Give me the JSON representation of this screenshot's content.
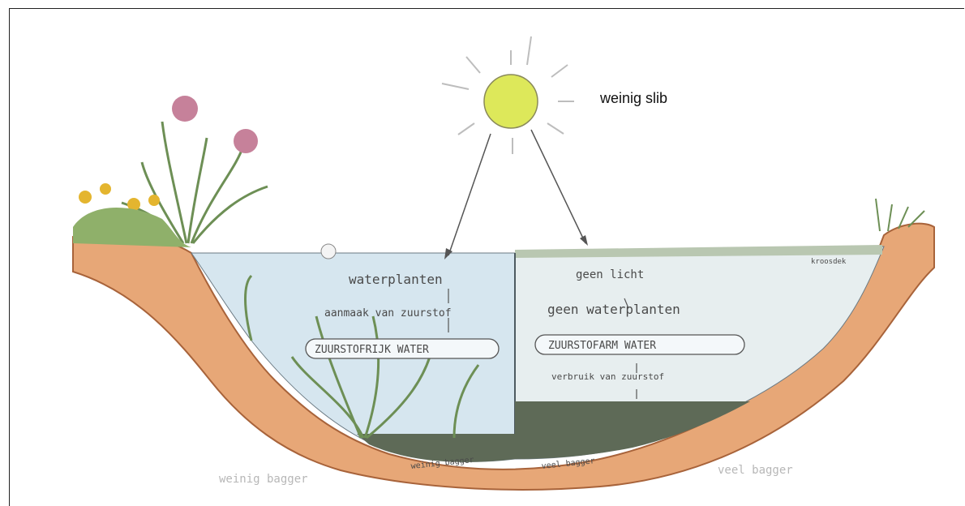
{
  "title_label": "weinig slib",
  "left_side": {
    "line1": "waterplanten",
    "line2": "aanmaak van zuurstof",
    "box": "ZUURSTOFRIJK WATER",
    "bottom_small": "weinig bagger",
    "caption": "weinig bagger"
  },
  "right_side": {
    "surface": "kroosdek",
    "line1": "geen licht",
    "line2": "geen waterplanten",
    "box": "ZUURSTOFARM WATER",
    "line3": "verbruik van zuurstof",
    "bottom_small": "veel bagger",
    "caption": "veel bagger"
  },
  "colors": {
    "sun": "#dde85a",
    "water": "#d6e6ef",
    "water_murky": "#e7eeef",
    "sludge": "#5e6a57",
    "soil": "#e7a777"
  }
}
